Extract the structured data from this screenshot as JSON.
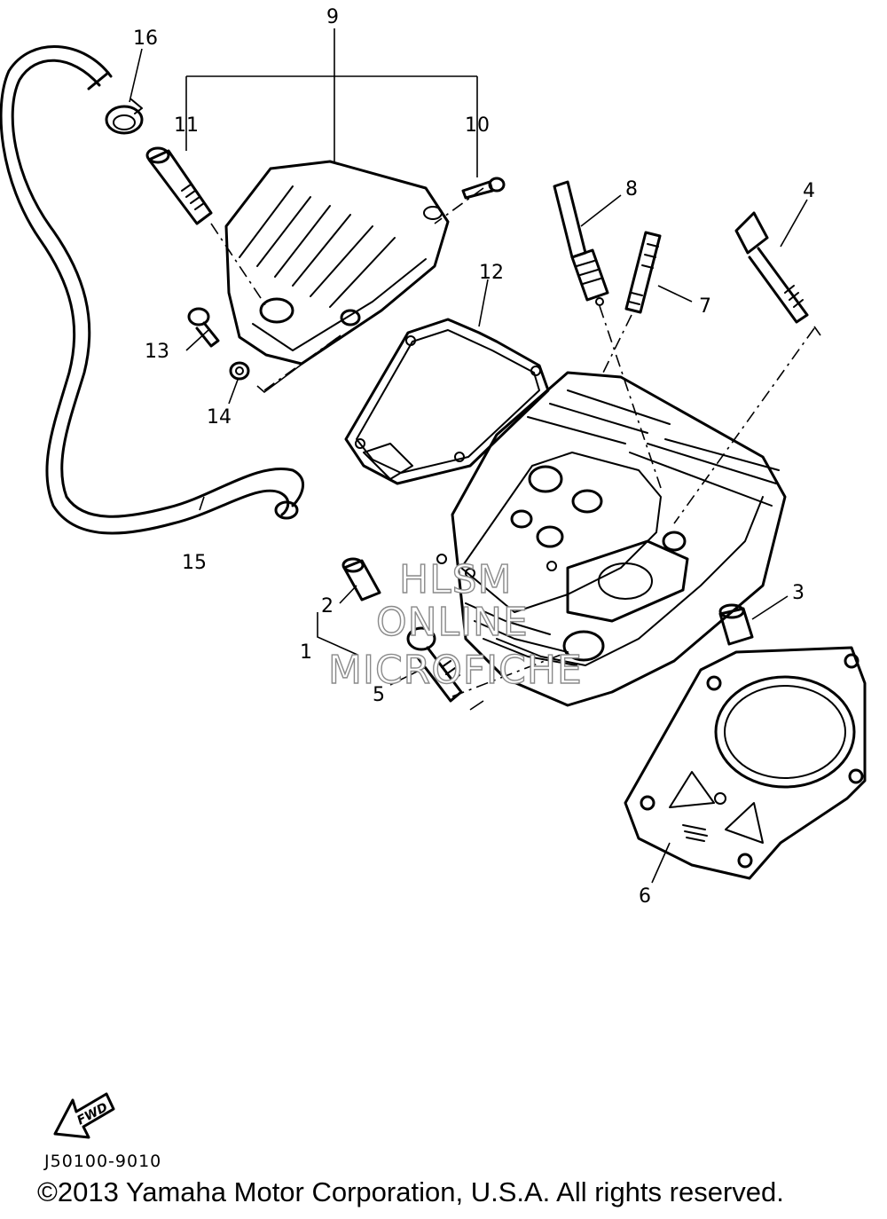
{
  "callouts": [
    "1",
    "2",
    "3",
    "4",
    "5",
    "6",
    "7",
    "8",
    "9",
    "10",
    "11",
    "12",
    "13",
    "14",
    "15",
    "16"
  ],
  "watermark": [
    "HLSM",
    "ONLINE",
    "MICROFICHE"
  ],
  "fwd_label": "FWD",
  "diagram_code": "J50100-9010",
  "copyright": "©2013 Yamaha Motor Corporation, U.S.A. All rights reserved."
}
